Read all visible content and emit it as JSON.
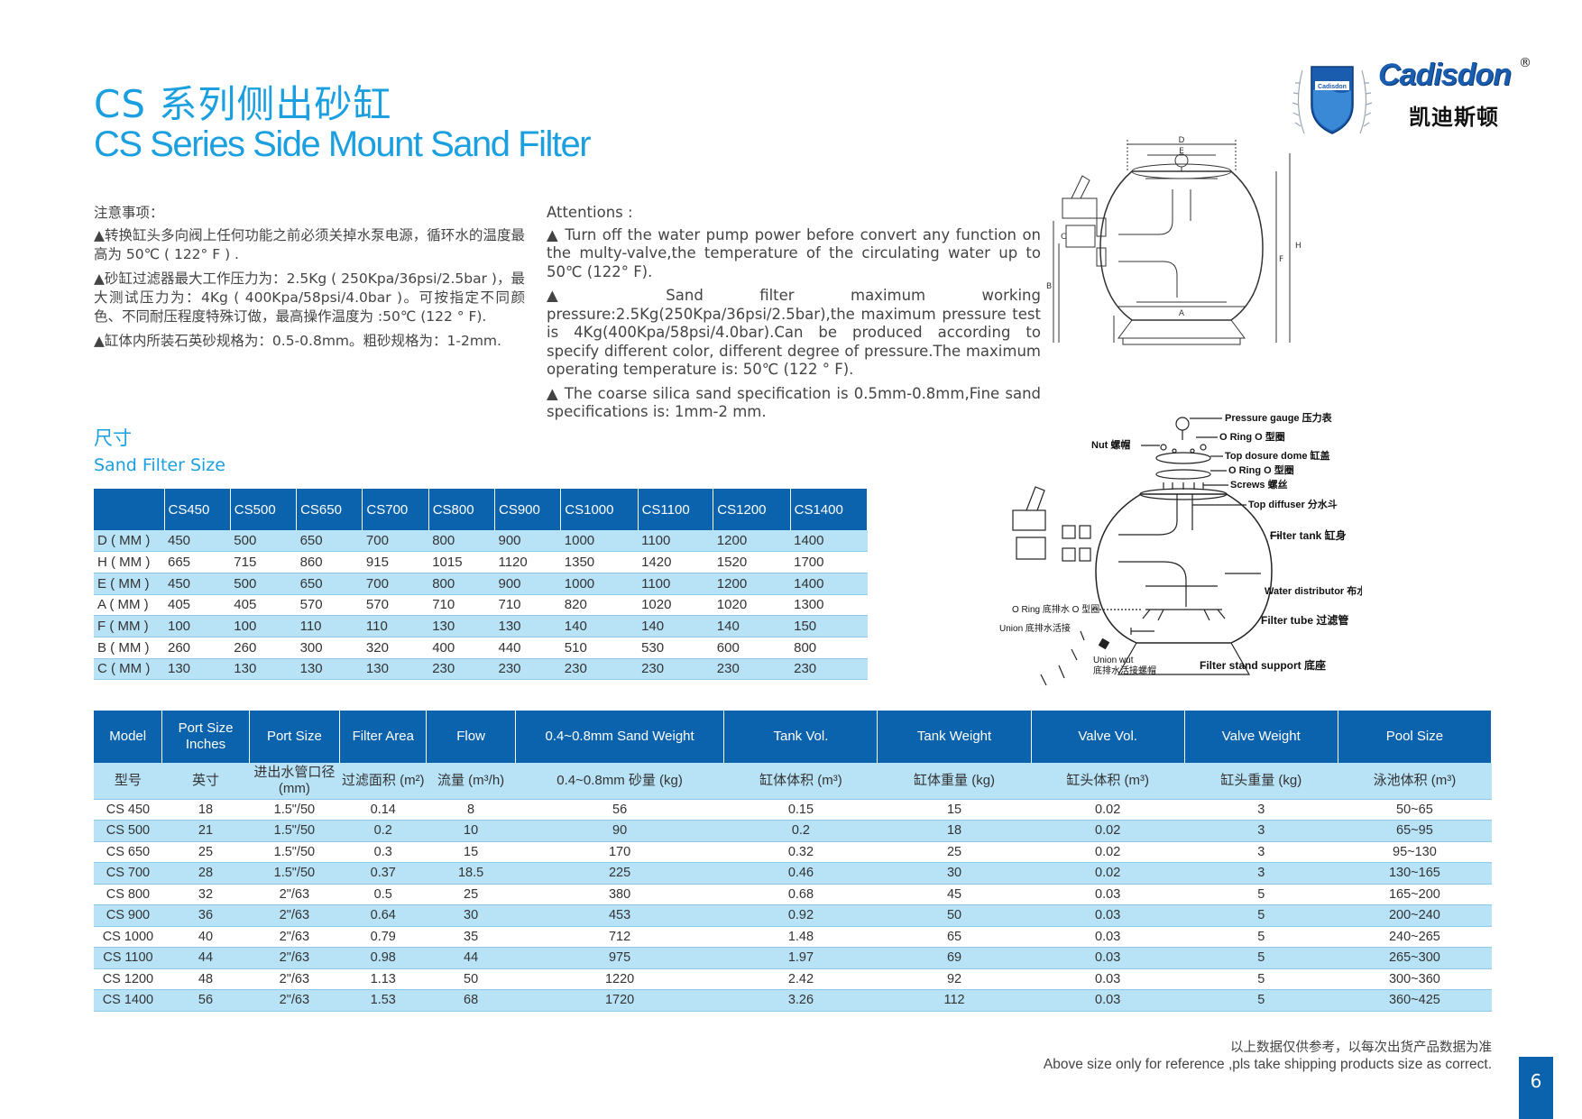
{
  "title": {
    "cn": "CS 系列侧出砂缸",
    "en": "CS Series Side Mount Sand Filter"
  },
  "brand": {
    "name": "Cadisdon",
    "reg": "®",
    "cn": "凯迪斯顿",
    "emblem_text": "Cadisdon"
  },
  "notes_cn": {
    "heading": "注意事项：",
    "items": [
      "▲转换缸头多向阀上任何功能之前必须关掉水泵电源，循环水的温度最高为 50℃ ( 122° F ) .",
      "▲砂缸过滤器最大工作压力为：2.5Kg ( 250Kpa/36psi/2.5bar )，最大测试压力为：4Kg ( 400Kpa/58psi/4.0bar )。可按指定不同颜色、不同耐压程度特殊订做，最高操作温度为 :50℃ (122 ° F).",
      "▲缸体内所装石英砂规格为：0.5-0.8mm。粗砂规格为：1-2mm."
    ]
  },
  "notes_en": {
    "heading": "Attentions :",
    "items": [
      "▲ Turn off the water pump power before convert any function on the multy-valve,the temperature of the circulating water up to 50℃ (122° F).",
      "▲ Sand filter maximum working pressure:2.5Kg(250Kpa/36psi/2.5bar),the maximum pressure test is 4Kg(400Kpa/58psi/4.0bar).Can be produced according to specify different color, different degree of pressure.The maximum operating temperature is: 50℃ (122 ° F).",
      "▲ The coarse silica sand specification is 0.5mm-0.8mm,Fine sand specifications is: 1mm-2 mm."
    ]
  },
  "dim_labels": {
    "D": "D",
    "H": "H",
    "E": "E",
    "A": "A",
    "F": "F",
    "B": "B",
    "C": "C"
  },
  "parts": {
    "pressure_gauge": "Pressure gauge 压力表",
    "o_ring_1": "O Ring O 型圈",
    "nut": "Nut 螺帽",
    "top_dome": "Top dosure dome 缸盖",
    "o_ring_2": "O Ring O 型圈",
    "screws": "Screws 螺丝",
    "top_diffuser": "Top diffuser 分水斗",
    "filter_tank": "Filter tank 缸身",
    "water_distributor": "Water distributor 布水器 过滤管",
    "o_ring_drain": "O Ring  底排水 O 型圈",
    "filter_tube": "Filter tube 过滤管",
    "union": "Union  底排水活接",
    "union_wut": "Union wut",
    "union_wut_cn": "底排水活接螺帽",
    "filter_stand": "Filter stand support 底座"
  },
  "size_section": {
    "cn": "尺寸",
    "en": "Sand Filter Size"
  },
  "size_table": {
    "columns": [
      "",
      "CS450",
      "CS500",
      "CS650",
      "CS700",
      "CS800",
      "CS900",
      "CS1000",
      "CS1100",
      "CS1200",
      "CS1400"
    ],
    "rows": [
      [
        "D ( MM )",
        "450",
        "500",
        "650",
        "700",
        "800",
        "900",
        "1000",
        "1100",
        "1200",
        "1400"
      ],
      [
        "H ( MM )",
        "665",
        "715",
        "860",
        "915",
        "1015",
        "1120",
        "1350",
        "1420",
        "1520",
        "1700"
      ],
      [
        "E ( MM )",
        "450",
        "500",
        "650",
        "700",
        "800",
        "900",
        "1000",
        "1100",
        "1200",
        "1400"
      ],
      [
        "A ( MM )",
        "405",
        "405",
        "570",
        "570",
        "710",
        "710",
        "820",
        "1020",
        "1020",
        "1300"
      ],
      [
        "F ( MM )",
        "100",
        "100",
        "110",
        "110",
        "130",
        "130",
        "140",
        "140",
        "140",
        "150"
      ],
      [
        "B ( MM )",
        "260",
        "260",
        "300",
        "320",
        "400",
        "440",
        "510",
        "530",
        "600",
        "800"
      ],
      [
        "C ( MM )",
        "130",
        "130",
        "130",
        "130",
        "230",
        "230",
        "230",
        "230",
        "230",
        "230"
      ]
    ]
  },
  "spec_table": {
    "header_en": [
      "Model",
      "Port Size Inches",
      "Port Size",
      "Filter Area",
      "Flow",
      "0.4~0.8mm Sand Weight",
      "Tank Vol.",
      "Tank Weight",
      "Valve Vol.",
      "Valve Weight",
      "Pool Size"
    ],
    "header_cn": [
      "型号",
      "英寸",
      "进出水管口径 (mm)",
      "过滤面积 (m²)",
      "流量 (m³/h)",
      "0.4~0.8mm 砂量 (kg)",
      "缸体体积 (m³)",
      "缸体重量 (kg)",
      "缸头体积 (m³)",
      "缸头重量 (kg)",
      "泳池体积 (m³)"
    ],
    "rows": [
      [
        "CS 450",
        "18",
        "1.5\"/50",
        "0.14",
        "8",
        "56",
        "0.15",
        "15",
        "0.02",
        "3",
        "50~65"
      ],
      [
        "CS 500",
        "21",
        "1.5\"/50",
        "0.2",
        "10",
        "90",
        "0.2",
        "18",
        "0.02",
        "3",
        "65~95"
      ],
      [
        "CS 650",
        "25",
        "1.5\"/50",
        "0.3",
        "15",
        "170",
        "0.32",
        "25",
        "0.02",
        "3",
        "95~130"
      ],
      [
        "CS 700",
        "28",
        "1.5\"/50",
        "0.37",
        "18.5",
        "225",
        "0.46",
        "30",
        "0.02",
        "3",
        "130~165"
      ],
      [
        "CS 800",
        "32",
        "2\"/63",
        "0.5",
        "25",
        "380",
        "0.68",
        "45",
        "0.03",
        "5",
        "165~200"
      ],
      [
        "CS 900",
        "36",
        "2\"/63",
        "0.64",
        "30",
        "453",
        "0.92",
        "50",
        "0.03",
        "5",
        "200~240"
      ],
      [
        "CS 1000",
        "40",
        "2\"/63",
        "0.79",
        "35",
        "712",
        "1.48",
        "65",
        "0.03",
        "5",
        "240~265"
      ],
      [
        "CS 1100",
        "44",
        "2\"/63",
        "0.98",
        "44",
        "975",
        "1.97",
        "69",
        "0.03",
        "5",
        "265~300"
      ],
      [
        "CS 1200",
        "48",
        "2\"/63",
        "1.13",
        "50",
        "1220",
        "2.42",
        "92",
        "0.03",
        "5",
        "300~360"
      ],
      [
        "CS 1400",
        "56",
        "2\"/63",
        "1.53",
        "68",
        "1720",
        "3.26",
        "112",
        "0.03",
        "5",
        "360~425"
      ]
    ]
  },
  "footer": {
    "cn": "以上数据仅供参考，以每次出货产品数据为准",
    "en": "Above size only for reference ,pls take shipping products size as correct.",
    "page": "6"
  },
  "colors": {
    "accent": "#1aa0e0",
    "header_blue": "#0b62ad",
    "stripe": "#b8e3f7"
  }
}
